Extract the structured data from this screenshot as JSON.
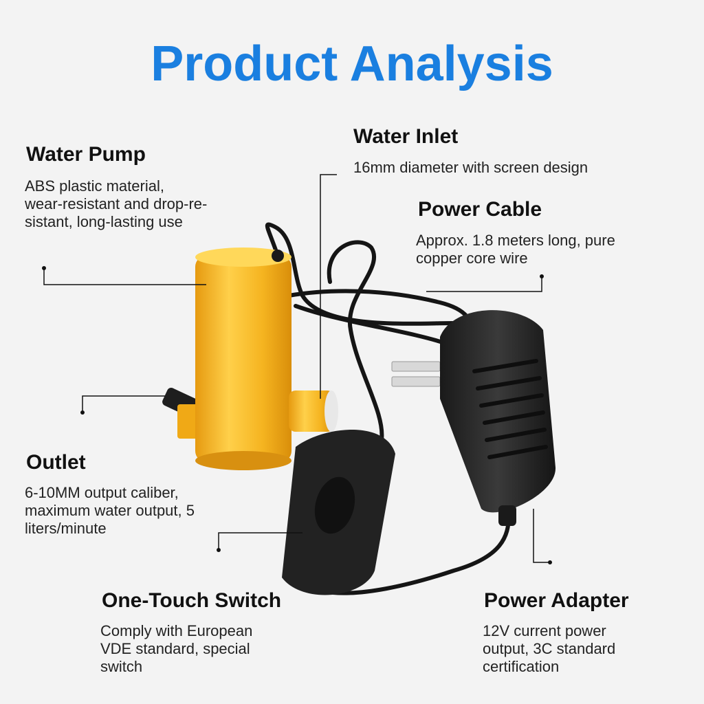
{
  "title": "Product Analysis",
  "colors": {
    "title": "#1a7fe0",
    "pump": "#f4b41f",
    "adapter": "#2a2a2a",
    "background": "#f3f3f3"
  },
  "callouts": {
    "water_pump": {
      "heading": "Water Pump",
      "text": "ABS plastic material,\nwear-resistant and drop-re-\nsistant, long-lasting use"
    },
    "water_inlet": {
      "heading": "Water Inlet",
      "text": "16mm diameter with screen design"
    },
    "power_cable": {
      "heading": "Power Cable",
      "text": "Approx. 1.8 meters long, pure\ncopper core wire"
    },
    "outlet": {
      "heading": "Outlet",
      "text": "6-10MM output caliber,\nmaximum water output, 5\nliters/minute"
    },
    "switch": {
      "heading": "One-Touch Switch",
      "text": "Comply with European\nVDE standard, special\nswitch"
    },
    "power_adapter": {
      "heading": "Power Adapter",
      "text": "12V current power\noutput, 3C standard\ncertification"
    }
  }
}
